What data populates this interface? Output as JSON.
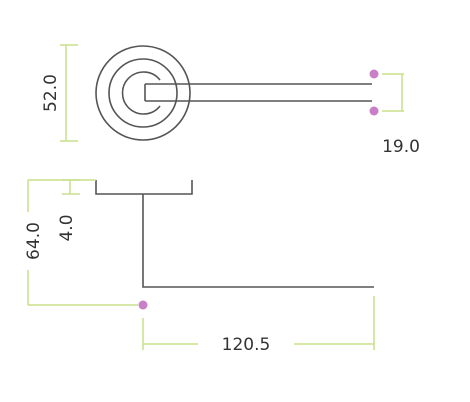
{
  "dimensions": {
    "rose_diameter": "52.0",
    "lever_thickness": "19.0",
    "rose_projection": "4.0",
    "lever_height": "64.0",
    "lever_length": "120.5"
  },
  "colors": {
    "outline": "#555555",
    "dimension_line": "#c8e08a",
    "marker": "#c97fc6",
    "text": "#333333"
  }
}
